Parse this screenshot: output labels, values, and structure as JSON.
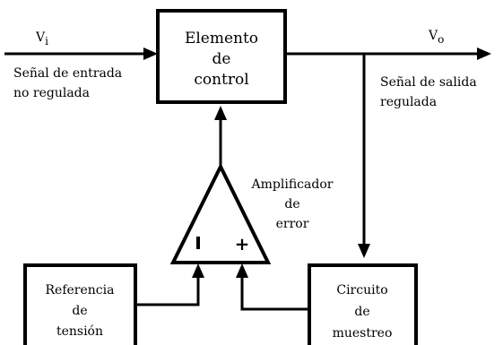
{
  "input": {
    "symbol": "V",
    "subscript": "i",
    "label_line1": "Señal de entrada",
    "label_line2": "no regulada"
  },
  "output": {
    "symbol": "V",
    "subscript": "o",
    "label_line1": "Señal de salida",
    "label_line2": "regulada"
  },
  "control_element": {
    "line1": "Elemento",
    "line2": "de",
    "line3": "control"
  },
  "error_amplifier": {
    "line1": "Amplificador",
    "line2": "de",
    "line3": "error",
    "minus_sign": "I",
    "plus_sign": "+"
  },
  "voltage_reference": {
    "line1": "Referencia",
    "line2": "de",
    "line3": "tensión"
  },
  "sampling_circuit": {
    "line1": "Circuito",
    "line2": "de",
    "line3": "muestreo"
  }
}
